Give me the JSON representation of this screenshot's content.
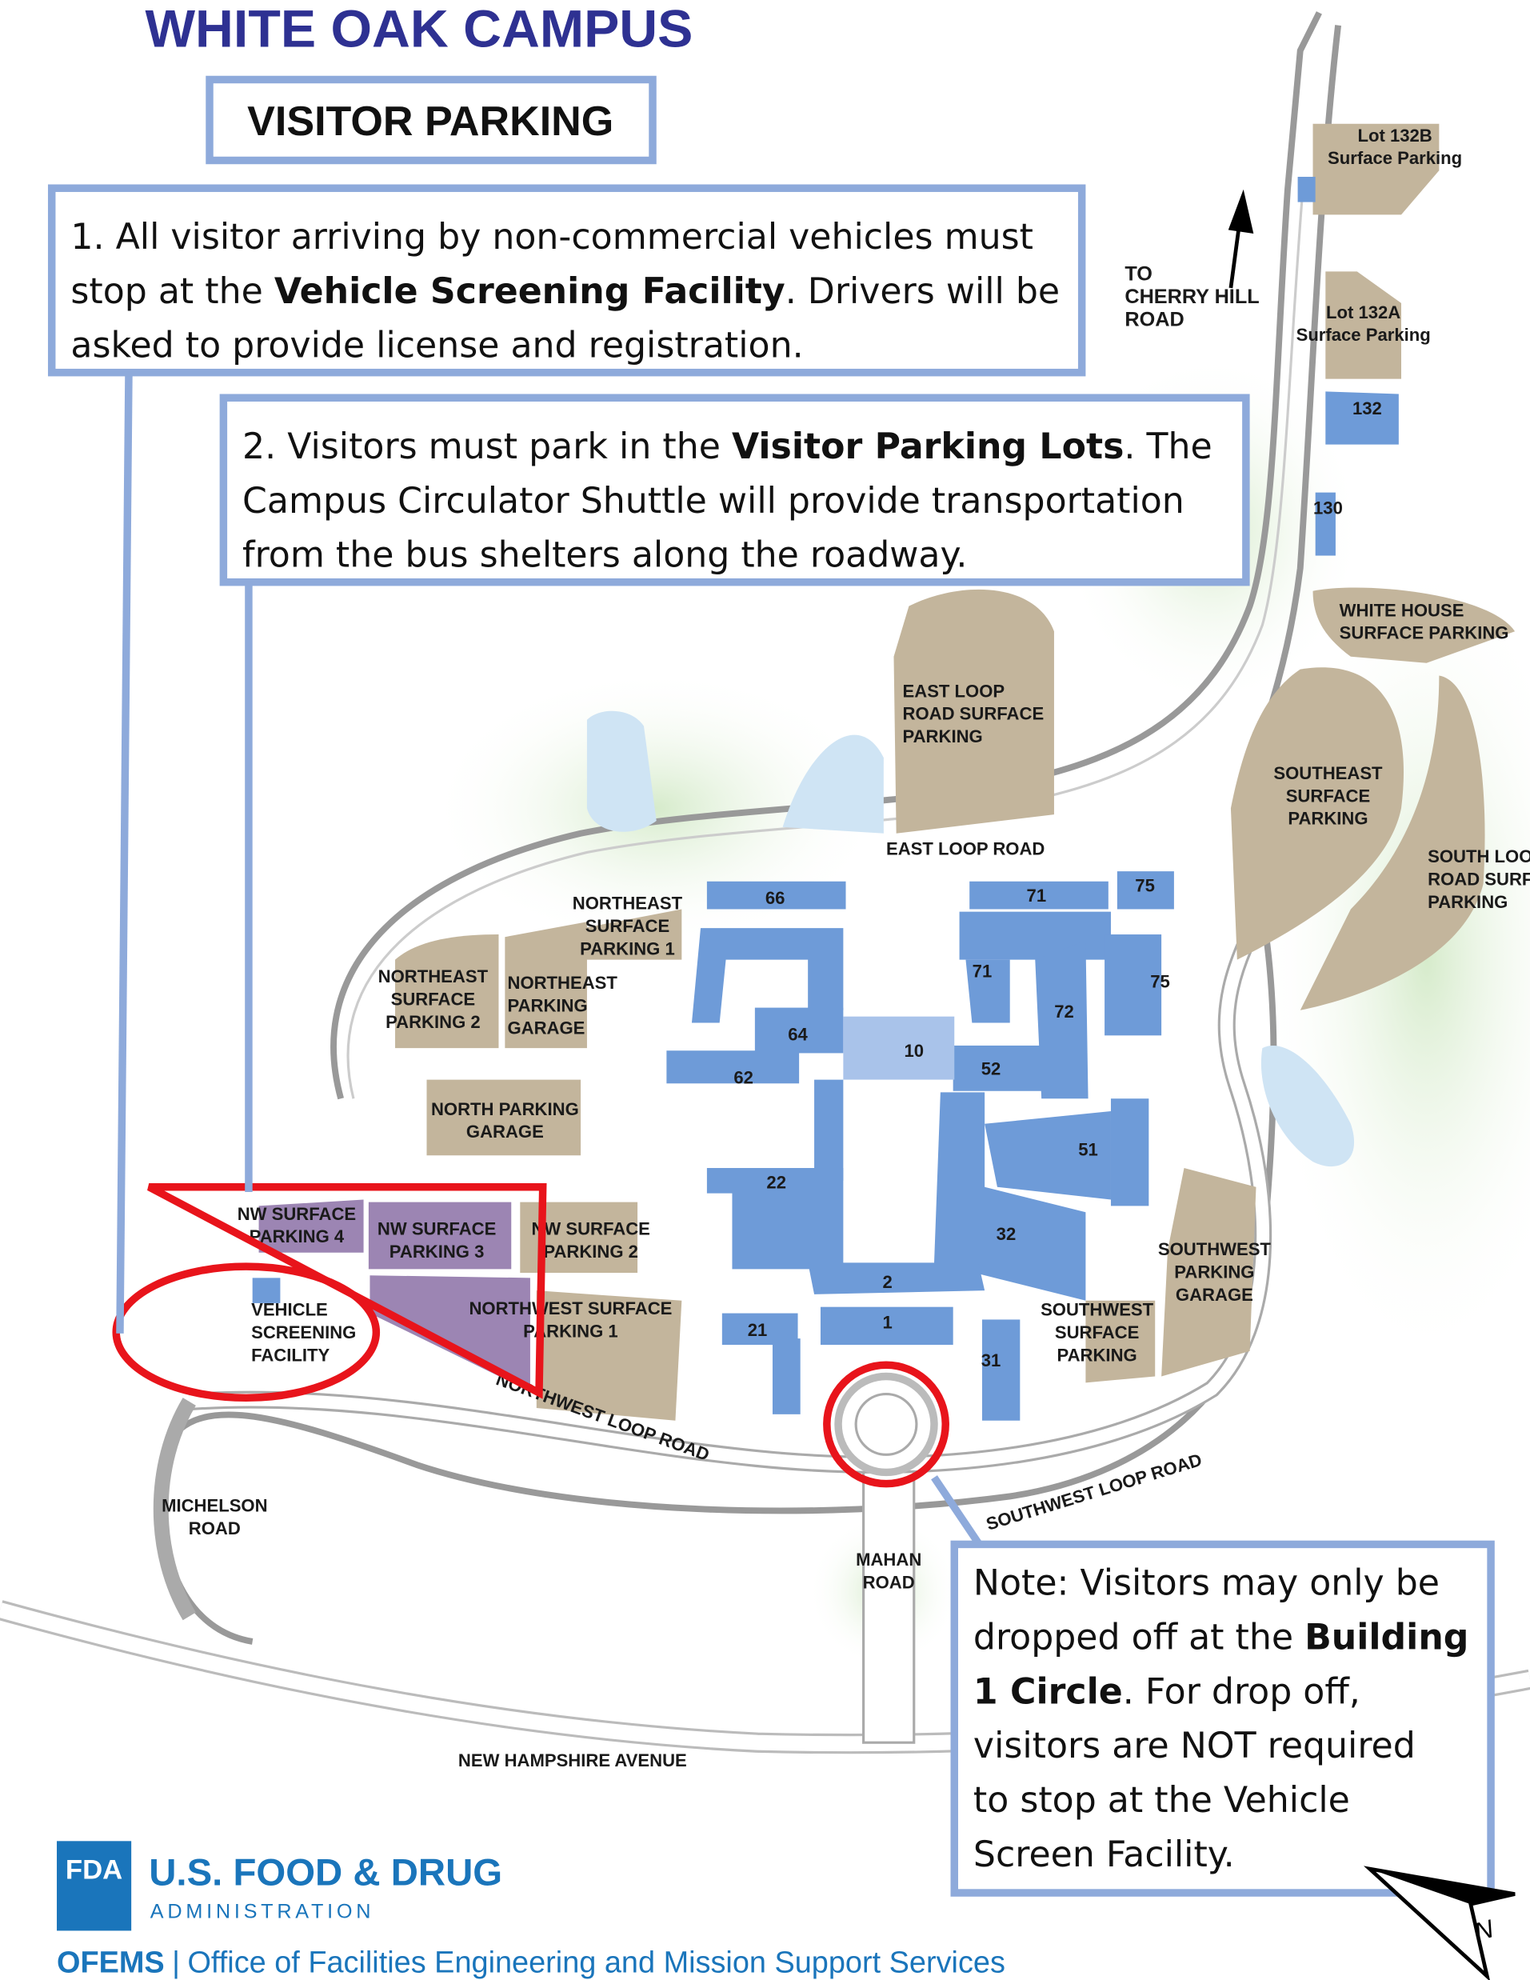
{
  "header": {
    "title": "WHITE OAK CAMPUS",
    "subtitle": "VISITOR PARKING"
  },
  "instructions": {
    "step1": [
      [
        {
          "t": "1. All visitor arriving by non-commercial vehicles must"
        }
      ],
      [
        {
          "t": "stop at the "
        },
        {
          "t": "Vehicle Screening Facility",
          "b": true
        },
        {
          "t": ". Drivers will be"
        }
      ],
      [
        {
          "t": "asked to provide license and registration."
        }
      ]
    ],
    "step2": [
      [
        {
          "t": "2. Visitors must park in the "
        },
        {
          "t": "Visitor Parking Lots",
          "b": true
        },
        {
          "t": ". The"
        }
      ],
      [
        {
          "t": "Campus Circulator Shuttle will provide transportation"
        }
      ],
      [
        {
          "t": "from the bus shelters along the roadway."
        }
      ]
    ],
    "note": [
      [
        {
          "t": "Note: Visitors may only be"
        }
      ],
      [
        {
          "t": "dropped off at the "
        },
        {
          "t": "Building",
          "b": true
        }
      ],
      [
        {
          "t": "1 Circle",
          "b": true
        },
        {
          "t": ". For drop off,"
        }
      ],
      [
        {
          "t": "visitors are NOT required"
        }
      ],
      [
        {
          "t": "to stop at the Vehicle"
        }
      ],
      [
        {
          "t": "Screen Facility."
        }
      ]
    ]
  },
  "map": {
    "labels": {
      "cherry_hill": [
        "TO",
        "CHERRY HILL",
        "ROAD"
      ],
      "lot132b": [
        "Lot 132B",
        "Surface Parking"
      ],
      "lot132a": [
        "Lot 132A",
        "Surface Parking"
      ],
      "b132": [
        "132"
      ],
      "b130": [
        "130"
      ],
      "white_house": [
        "WHITE HOUSE",
        "SURFACE PARKING"
      ],
      "east_loop_lot": [
        "EAST LOOP",
        "ROAD SURFACE",
        "PARKING"
      ],
      "southeast": [
        "SOUTHEAST",
        "SURFACE",
        "PARKING"
      ],
      "south_loop": [
        "SOUTH LOOP",
        "ROAD SURFACE",
        "PARKING"
      ],
      "east_loop_road": [
        "EAST LOOP ROAD"
      ],
      "ne1": [
        "NORTHEAST",
        "SURFACE",
        "PARKING 1"
      ],
      "ne2": [
        "NORTHEAST",
        "SURFACE",
        "PARKING 2"
      ],
      "ne_garage": [
        "NORTHEAST",
        "PARKING",
        "GARAGE"
      ],
      "north_garage": [
        "NORTH PARKING",
        "GARAGE"
      ],
      "nw4": [
        "NW SURFACE",
        "PARKING 4"
      ],
      "nw3": [
        "NW SURFACE",
        "PARKING 3"
      ],
      "nw2": [
        "NW SURFACE",
        "PARKING 2"
      ],
      "nw1": [
        "NORTHWEST SURFACE",
        "PARKING 1"
      ],
      "vsf": [
        "VEHICLE",
        "SCREENING",
        "FACILITY"
      ],
      "sw_garage": [
        "SOUTHWEST",
        "PARKING",
        "GARAGE"
      ],
      "sw_surface": [
        "SOUTHWEST",
        "SURFACE",
        "PARKING"
      ],
      "nw_loop_road": [
        "NORTHWEST LOOP ROAD"
      ],
      "sw_loop_road": [
        "SOUTHWEST LOOP ROAD"
      ],
      "michelson": [
        "MICHELSON",
        "ROAD"
      ],
      "mahan": [
        "MAHAN",
        "ROAD"
      ],
      "new_hampshire": [
        "NEW HAMPSHIRE AVENUE"
      ]
    },
    "buildings": [
      "66",
      "71",
      "75",
      "71",
      "75",
      "72",
      "64",
      "10",
      "52",
      "62",
      "51",
      "22",
      "32",
      "2",
      "1",
      "21",
      "31"
    ],
    "north_label": "N",
    "colors": {
      "parking": "#c3b59c",
      "visitor_parking": "#9c85b3",
      "building": "#6e9bd8",
      "building_light": "#a9c3ea",
      "water": "#cfe4f4",
      "green": "#dcedd2",
      "highlight": "#e8141b",
      "callout_border": "#8eaadb"
    }
  },
  "footer": {
    "logo_mark": "FDA",
    "agency_line1": "U.S. FOOD & DRUG",
    "agency_line2": "ADMINISTRATION",
    "office_abbr": "OFEMS",
    "office_sep": "|",
    "office_name": "Office of Facilities Engineering and Mission Support Services"
  }
}
